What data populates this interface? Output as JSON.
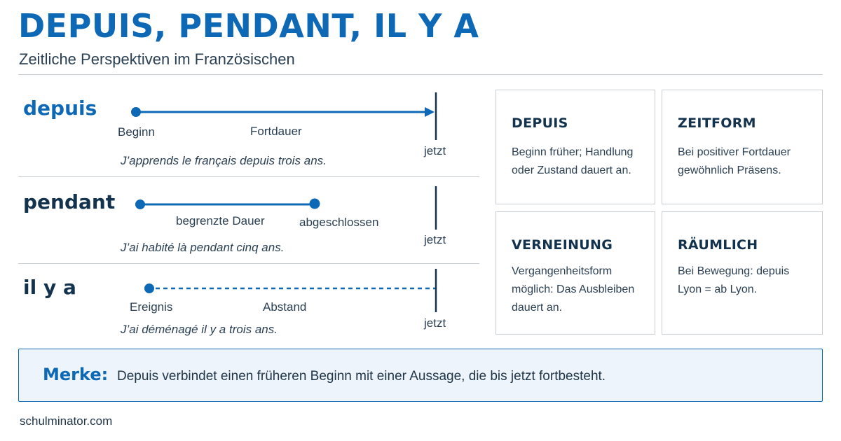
{
  "header": {
    "title": "DEPUIS, PENDANT, IL Y A",
    "subtitle": "Zeitliche Perspektiven im Französischen"
  },
  "timelines": [
    {
      "term": "depuis",
      "label_a": "Beginn",
      "label_b": "Fortdauer",
      "now_label": "jetzt",
      "example": "J’apprends le français depuis trois ans."
    },
    {
      "term": "pendant",
      "label_a": "begrenzte Dauer",
      "label_b": "abgeschlossen",
      "now_label": "jetzt",
      "example": "J’ai habité là pendant cinq ans."
    },
    {
      "term": "il y a",
      "label_a": "Ereignis",
      "label_b": "Abstand",
      "now_label": "jetzt",
      "example": "J’ai déménagé il y a trois ans."
    }
  ],
  "boxes": [
    {
      "title": "DEPUIS",
      "text": "Beginn früher; Handlung oder Zustand dauert an."
    },
    {
      "title": "ZEITFORM",
      "text": "Bei positiver Fortdauer gewöhnlich Präsens."
    },
    {
      "title": "VERNEINUNG",
      "text": "Vergangenheitsform möglich: Das Ausbleiben dauert an."
    },
    {
      "title": "RÄUMLICH",
      "text": "Bei Bewegung: depuis Lyon = ab Lyon."
    }
  ],
  "note": {
    "label": "Merke:",
    "text": "Depuis verbindet einen früheren Beginn mit einer Aussage, die bis jetzt fortbesteht."
  },
  "footer": {
    "site": "schulminator.com"
  },
  "colors": {
    "accent": "#0d68b6",
    "dark": "#13324d",
    "border": "#c9ced3",
    "note_bg": "#edf4fb"
  }
}
